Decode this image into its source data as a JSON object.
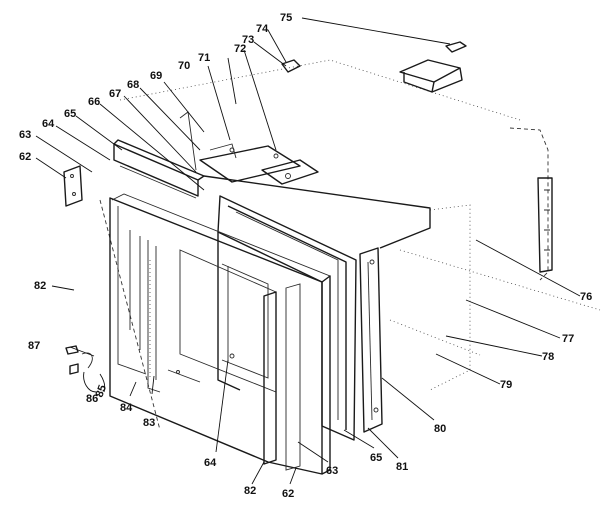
{
  "diagram": {
    "callouts": [
      {
        "id": "c75",
        "text": "75"
      },
      {
        "id": "c74",
        "text": "74"
      },
      {
        "id": "c73",
        "text": "73"
      },
      {
        "id": "c72",
        "text": "72"
      },
      {
        "id": "c71",
        "text": "71"
      },
      {
        "id": "c70",
        "text": "70"
      },
      {
        "id": "c69",
        "text": "69"
      },
      {
        "id": "c68",
        "text": "68"
      },
      {
        "id": "c67",
        "text": "67"
      },
      {
        "id": "c66",
        "text": "66"
      },
      {
        "id": "c65t",
        "text": "65"
      },
      {
        "id": "c64t",
        "text": "64"
      },
      {
        "id": "c63t",
        "text": "63"
      },
      {
        "id": "c62t",
        "text": "62"
      },
      {
        "id": "c82t",
        "text": "82"
      },
      {
        "id": "c87",
        "text": "87"
      },
      {
        "id": "c86",
        "text": "86"
      },
      {
        "id": "c85",
        "text": "85"
      },
      {
        "id": "c84",
        "text": "84"
      },
      {
        "id": "c83",
        "text": "83"
      },
      {
        "id": "c64b",
        "text": "64"
      },
      {
        "id": "c82b",
        "text": "82"
      },
      {
        "id": "c62b",
        "text": "62"
      },
      {
        "id": "c63b",
        "text": "63"
      },
      {
        "id": "c65b",
        "text": "65"
      },
      {
        "id": "c81",
        "text": "81"
      },
      {
        "id": "c80",
        "text": "80"
      },
      {
        "id": "c79",
        "text": "79"
      },
      {
        "id": "c78",
        "text": "78"
      },
      {
        "id": "c77",
        "text": "77"
      },
      {
        "id": "c76",
        "text": "76"
      }
    ]
  }
}
